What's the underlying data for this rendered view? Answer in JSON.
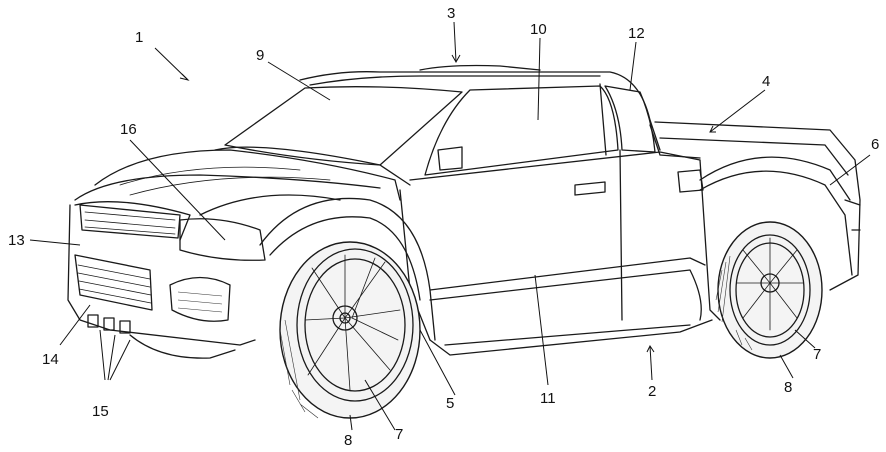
{
  "figure": {
    "reference_numerals": [
      {
        "id": "r1",
        "text": "1"
      },
      {
        "id": "r2",
        "text": "2"
      },
      {
        "id": "r3",
        "text": "3"
      },
      {
        "id": "r4",
        "text": "4"
      },
      {
        "id": "r5",
        "text": "5"
      },
      {
        "id": "r6",
        "text": "6"
      },
      {
        "id": "r7a",
        "text": "7"
      },
      {
        "id": "r7b",
        "text": "7"
      },
      {
        "id": "r8a",
        "text": "8"
      },
      {
        "id": "r8b",
        "text": "8"
      },
      {
        "id": "r9",
        "text": "9"
      },
      {
        "id": "r10",
        "text": "10"
      },
      {
        "id": "r11",
        "text": "11"
      },
      {
        "id": "r12",
        "text": "12"
      },
      {
        "id": "r13",
        "text": "13"
      },
      {
        "id": "r14",
        "text": "14"
      },
      {
        "id": "r15",
        "text": "15"
      },
      {
        "id": "r16",
        "text": "16"
      }
    ]
  }
}
